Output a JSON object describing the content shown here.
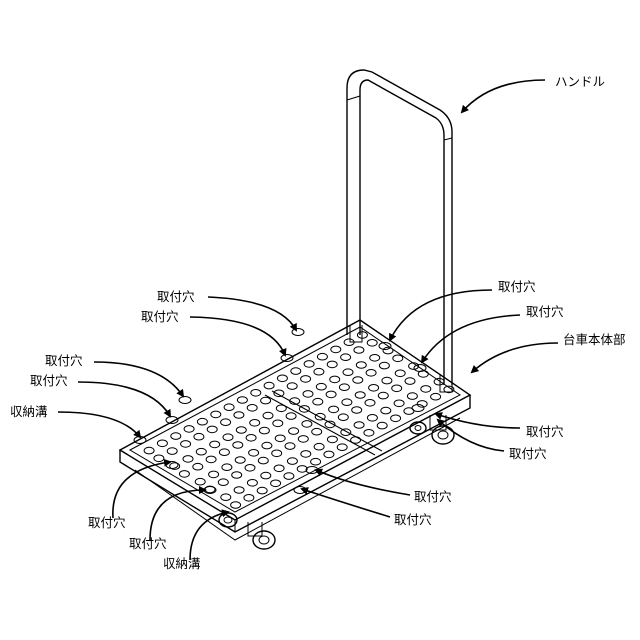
{
  "figure": {
    "labels": {
      "handle": "ハンドル",
      "body": "台車本体部",
      "hole": "取付穴",
      "groove": "収納溝"
    }
  }
}
